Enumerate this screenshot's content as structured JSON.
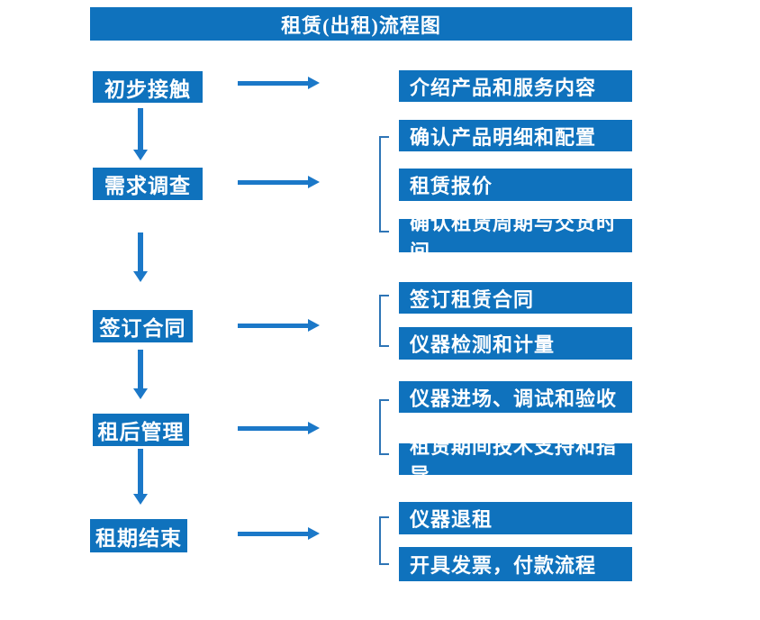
{
  "title": "租赁(出租)流程图",
  "colors": {
    "box_fill": "#0f72bd",
    "arrow": "#1b78c8",
    "bracket": "#2e75b6",
    "box_text": "#ffffff",
    "background": "#ffffff"
  },
  "flow": {
    "groups": [
      {
        "step": "初步接触",
        "details": [
          "介绍产品和服务内容"
        ]
      },
      {
        "step": "需求调查",
        "details": [
          "确认产品明细和配置",
          "租赁报价",
          "确认租赁周期与交货时间"
        ]
      },
      {
        "step": "签订合同",
        "details": [
          "签订租赁合同",
          "仪器检测和计量"
        ]
      },
      {
        "step": "租后管理",
        "details": [
          "仪器进场、调试和验收",
          "租赁期间技术支持和指导"
        ]
      },
      {
        "step": "租期结束",
        "details": [
          "仪器退租",
          "开具发票，付款流程"
        ]
      }
    ]
  }
}
